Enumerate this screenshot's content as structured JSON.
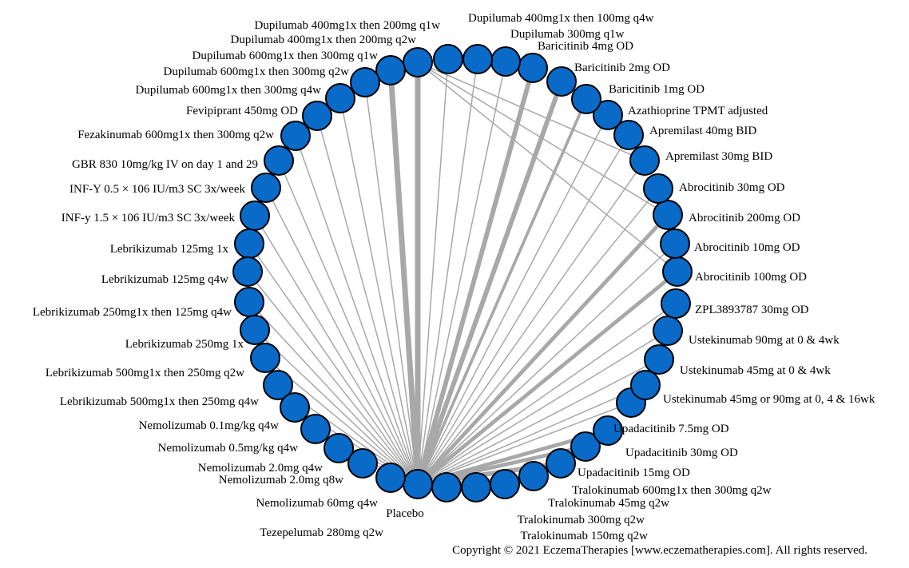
{
  "colors": {
    "node_fill": "#0a6ac7",
    "node_stroke": "#000000",
    "edge": "#a8a8a8"
  },
  "copyright": "Copyright © 2021 EczemaTherapies [www.eczematherapies.com]. All rights reserved.",
  "nodes": [
    "Placebo",
    "Tezepelumab 280mg q2w",
    "Tralokinumab 150mg q2w",
    "Tralokinumab 300mg q2w",
    "Tralokinumab 45mg q2w",
    "Tralokinumab 600mg1x then 300mg q2w",
    "Upadacitinib 15mg OD",
    "Upadacitinib 30mg OD",
    "Upadacitinib 7.5mg OD",
    "Ustekinumab 45mg or 90mg at 0, 4 & 16wk",
    "Ustekinumab 45mg at 0 & 4wk",
    "Ustekinumab 90mg at 0 & 4wk",
    "ZPL3893787 30mg OD",
    "Abrocitinib 100mg OD",
    "Abrocitinib 10mg OD",
    "Abrocitinib 200mg OD",
    "Abrocitinib 30mg OD",
    "Apremilast 30mg BID",
    "Apremilast 40mg BID",
    "Azathioprine TPMT adjusted",
    "Baricitinib 1mg OD",
    "Baricitinib 2mg OD",
    "Baricitinib 4mg OD",
    "Dupilumab 300mg q1w",
    "Dupilumab 400mg1x then 100mg q4w",
    "Dupilumab 400mg1x then 200mg q1w",
    "Dupilumab 400mg1x then 200mg q2w",
    "Dupilumab 600mg1x then 300mg q1w",
    "Dupilumab 600mg1x then 300mg q2w",
    "Dupilumab 600mg1x then 300mg q4w",
    "Fevipiprant 450mg OD",
    "Fezakinumab 600mg1x then 300mg q2w",
    "GBR 830 10mg/kg IV on day 1 and 29",
    "INF-Y 0.5 × 106 IU/m3 SC 3x/week",
    "INF-y 1.5 × 106 IU/m3 SC 3x/week",
    "Lebrikizumab 125mg 1x",
    "Lebrikizumab 125mg q4w",
    "Lebrikizumab 250mg1x then 125mg q4w",
    "Lebrikizumab 250mg 1x",
    "Lebrikizumab 500mg1x then 250mg q2w",
    "Lebrikizumab 500mg1x then 250mg q4w",
    "Nemolizumab 0.1mg/kg q4w",
    "Nemolizumab 0.5mg/kg q4w",
    "Nemolizumab 2.0mg q4w",
    "Nemolizumab 2.0mg q8w",
    "Nemolizumab 60mg q4w"
  ],
  "edges": [
    [
      "Placebo",
      "Tezepelumab 280mg q2w",
      1
    ],
    [
      "Placebo",
      "Tralokinumab 150mg q2w",
      1
    ],
    [
      "Placebo",
      "Tralokinumab 300mg q2w",
      2
    ],
    [
      "Placebo",
      "Tralokinumab 45mg q2w",
      1
    ],
    [
      "Placebo",
      "Tralokinumab 600mg1x then 300mg q2w",
      5
    ],
    [
      "Placebo",
      "Upadacitinib 15mg OD",
      4
    ],
    [
      "Placebo",
      "Upadacitinib 30mg OD",
      4
    ],
    [
      "Placebo",
      "Upadacitinib 7.5mg OD",
      1
    ],
    [
      "Placebo",
      "Ustekinumab 45mg or 90mg at 0, 4 & 16wk",
      1
    ],
    [
      "Placebo",
      "Ustekinumab 45mg at 0 & 4wk",
      1
    ],
    [
      "Placebo",
      "Ustekinumab 90mg at 0 & 4wk",
      1
    ],
    [
      "Placebo",
      "ZPL3893787 30mg OD",
      1
    ],
    [
      "Placebo",
      "Abrocitinib 100mg OD",
      4
    ],
    [
      "Placebo",
      "Abrocitinib 10mg OD",
      1
    ],
    [
      "Placebo",
      "Abrocitinib 200mg OD",
      4
    ],
    [
      "Placebo",
      "Abrocitinib 30mg OD",
      1
    ],
    [
      "Placebo",
      "Apremilast 30mg BID",
      1
    ],
    [
      "Placebo",
      "Apremilast 40mg BID",
      1
    ],
    [
      "Placebo",
      "Azathioprine TPMT adjusted",
      1
    ],
    [
      "Placebo",
      "Baricitinib 1mg OD",
      3
    ],
    [
      "Placebo",
      "Baricitinib 2mg OD",
      5
    ],
    [
      "Placebo",
      "Baricitinib 4mg OD",
      5
    ],
    [
      "Placebo",
      "Dupilumab 300mg q1w",
      1
    ],
    [
      "Placebo",
      "Dupilumab 400mg1x then 100mg q4w",
      1
    ],
    [
      "Placebo",
      "Dupilumab 400mg1x then 200mg q1w",
      1
    ],
    [
      "Placebo",
      "Dupilumab 400mg1x then 200mg q2w",
      6
    ],
    [
      "Placebo",
      "Dupilumab 600mg1x then 300mg q1w",
      6
    ],
    [
      "Placebo",
      "Dupilumab 600mg1x then 300mg q2w",
      1
    ],
    [
      "Placebo",
      "Dupilumab 600mg1x then 300mg q4w",
      1
    ],
    [
      "Placebo",
      "Fevipiprant 450mg OD",
      1
    ],
    [
      "Placebo",
      "Fezakinumab 600mg1x then 300mg q2w",
      1
    ],
    [
      "Placebo",
      "GBR 830 10mg/kg IV on day 1 and 29",
      1
    ],
    [
      "Placebo",
      "INF-Y 0.5 × 106 IU/m3 SC 3x/week",
      1
    ],
    [
      "Placebo",
      "INF-y 1.5 × 106 IU/m3 SC 3x/week",
      1
    ],
    [
      "Placebo",
      "Lebrikizumab 125mg 1x",
      1
    ],
    [
      "Placebo",
      "Lebrikizumab 125mg q4w",
      1
    ],
    [
      "Placebo",
      "Lebrikizumab 250mg1x then 125mg q4w",
      1
    ],
    [
      "Placebo",
      "Lebrikizumab 250mg 1x",
      1
    ],
    [
      "Placebo",
      "Lebrikizumab 500mg1x then 250mg q2w",
      1
    ],
    [
      "Placebo",
      "Lebrikizumab 500mg1x then 250mg q4w",
      1
    ],
    [
      "Placebo",
      "Nemolizumab 0.1mg/kg q4w",
      1
    ],
    [
      "Placebo",
      "Nemolizumab 0.5mg/kg q4w",
      1
    ],
    [
      "Placebo",
      "Nemolizumab 2.0mg q4w",
      1
    ],
    [
      "Placebo",
      "Nemolizumab 2.0mg q8w",
      1
    ],
    [
      "Placebo",
      "Nemolizumab 60mg q4w",
      1
    ],
    [
      "Dupilumab 400mg1x then 200mg q2w",
      "Abrocitinib 200mg OD",
      1
    ],
    [
      "Dupilumab 400mg1x then 200mg q2w",
      "Abrocitinib 100mg OD",
      1
    ],
    [
      "Dupilumab 400mg1x then 200mg q2w",
      "Apremilast 30mg BID",
      1
    ]
  ]
}
